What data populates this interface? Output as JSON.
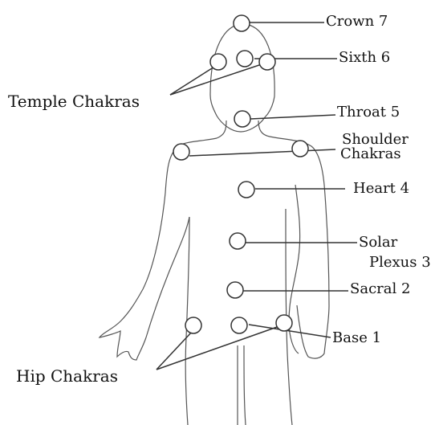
{
  "labels": {
    "crown": "Crown 7",
    "sixth": "Sixth 6",
    "temple": "Temple Chakras",
    "throat": "Throat 5",
    "shoulder_1": "Shoulder",
    "shoulder_2": "Chakras",
    "heart": "Heart 4",
    "solar_1": "Solar",
    "solar_2": "Plexus 3",
    "sacral": "Sacral 2",
    "base": "Base 1",
    "hip": "Hip Chakras"
  },
  "colors": {
    "line": "#333333",
    "text": "#111111",
    "background": "#ffffff"
  }
}
